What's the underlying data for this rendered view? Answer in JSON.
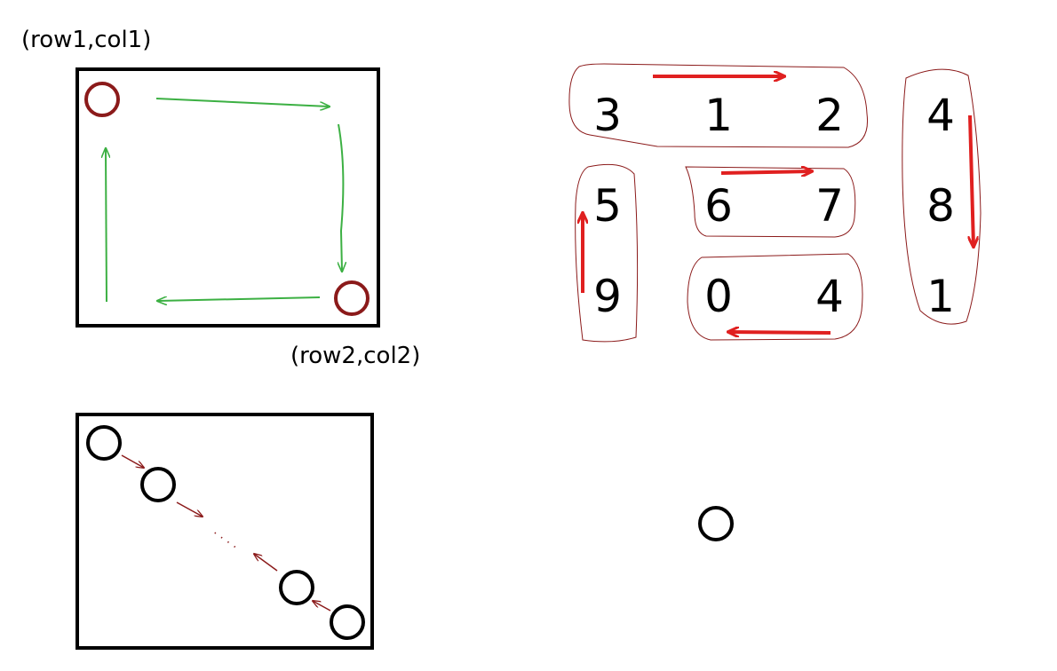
{
  "labels": {
    "top_left_corner": "(row1,col1)",
    "bottom_right_corner": "(row2,col2)"
  },
  "colors": {
    "green_arrow": "#3cb043",
    "dark_red": "#8b1a1a",
    "red_arrow": "#e02020",
    "outline": "#000000"
  },
  "matrix": {
    "rows": [
      [
        "3",
        "1",
        "2",
        "4"
      ],
      [
        "5",
        "6",
        "7",
        "8"
      ],
      [
        "9",
        "0",
        "4",
        "1"
      ]
    ]
  },
  "dots_label": ". . . ."
}
